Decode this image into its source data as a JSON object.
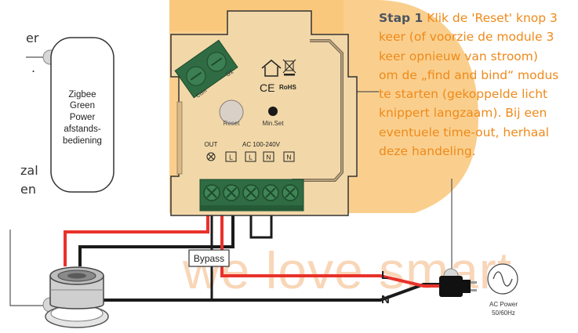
{
  "left_fragments": [
    "er",
    ".",
    "zal",
    "en"
  ],
  "remote": {
    "lines": [
      "Zigbee",
      "Green",
      "Power",
      "afstands-",
      "bediening"
    ]
  },
  "module": {
    "terminal_top_label": "S1",
    "terminal_com_label": "Com",
    "reset_label": "Reset",
    "minset_label": "Min.Set",
    "certifications": [
      "CE",
      "RoHS"
    ],
    "out_label": "OUT",
    "ac_label": "AC 100-240V",
    "terminal_letters": [
      "L",
      "L",
      "N",
      "N"
    ]
  },
  "bypass_label": "Bypass",
  "wire_labels": {
    "live": "L",
    "neutral": "N"
  },
  "power": {
    "lines": [
      "AC Power",
      "50/60Hz"
    ]
  },
  "watermark": "we love smart",
  "step": {
    "title": "Stap 1",
    "lines": [
      "Klik de 'Reset' knop 3",
      "keer (of voorzie de module 3",
      "keer opnieuw van stroom)",
      "om de „find and bind“ modus",
      "te starten (gekoppelde licht",
      "knippert langzaam). Bij een",
      "eventuele time-out, herhaal",
      "deze handeling."
    ]
  },
  "colors": {
    "accent_orange": "#f7a83a",
    "wire_red": "#e8322b",
    "wire_black": "#1a1a1a",
    "module_body": "#f4d9a8",
    "terminal_green": "#2f6b43"
  }
}
